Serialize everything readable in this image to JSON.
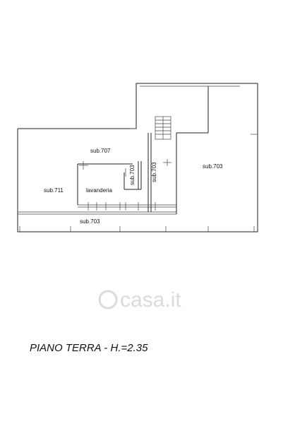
{
  "plan": {
    "rooms": {
      "sub707": "sub.707",
      "sub711": "sub.711",
      "lavanderia": "lavanderia",
      "sub703_a": "sub.703",
      "sub703_b": "sub.703",
      "sub703_right": "sub.703",
      "sub703_bottom": "sub.703"
    },
    "watermark": "casa.it",
    "caption": "PIANO TERRA - H.=2.35"
  }
}
